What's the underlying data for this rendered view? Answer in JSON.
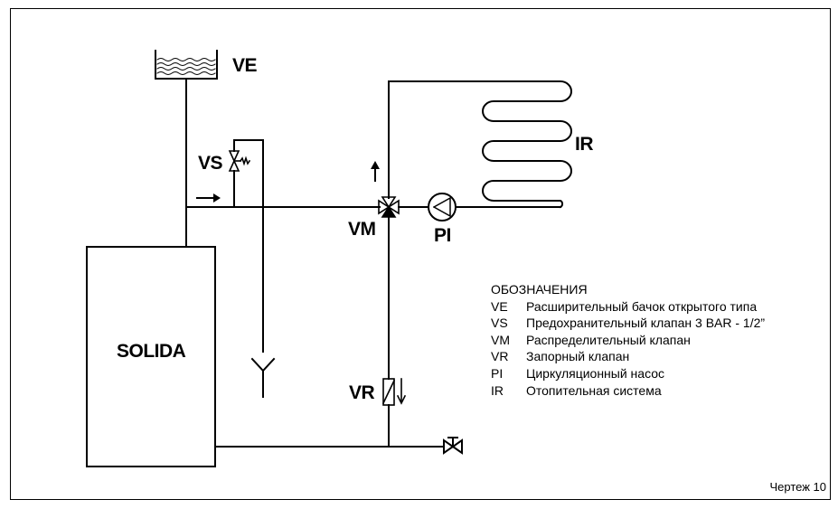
{
  "labels": {
    "ve": "VE",
    "vs": "VS",
    "vm": "VM",
    "pi": "PI",
    "ir": "IR",
    "vr": "VR",
    "boiler": "SOLIDA"
  },
  "legend": {
    "title": "ОБОЗНАЧЕНИЯ",
    "items": [
      {
        "code": "VE",
        "text": "Расширительный бачок открытого типа"
      },
      {
        "code": "VS",
        "text": "Предохранительный клапан 3 BAR - 1/2”"
      },
      {
        "code": "VM",
        "text": "Распределительный клапан"
      },
      {
        "code": "VR",
        "text": "Запорный клапан"
      },
      {
        "code": "PI",
        "text": "Циркуляционный насос"
      },
      {
        "code": "IR",
        "text": "Отопительная система"
      }
    ]
  },
  "caption": "Чертеж 10"
}
